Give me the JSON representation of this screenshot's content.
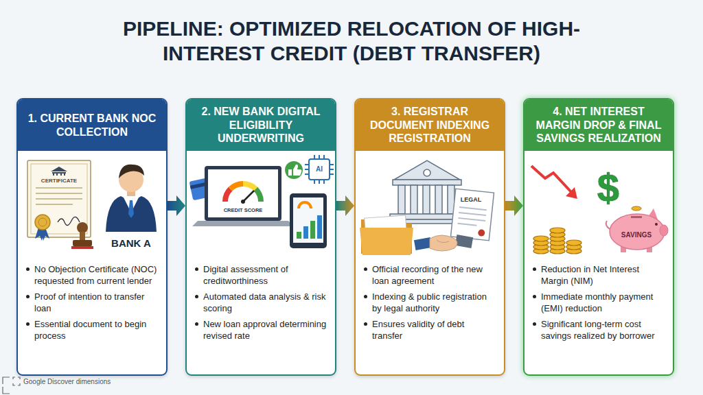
{
  "diagram": {
    "title": "PIPELINE: OPTIMIZED RELOCATION OF HIGH-INTEREST CREDIT (DEBT TRANSFER)",
    "nodes": [
      {
        "text": [
          "1. CURRENT BANK NOC COLLECTION",
          "No Objection Certificate (NOC) requested from current lender",
          "Proof of intention to transfer loan",
          "Essential document to begin process"
        ]
      },
      {
        "text": [
          "2. NEW BANK DIGITAL ELIGIBILITY UNDERWRITING",
          "Digital assessment of creditworthiness",
          "Automated data analysis & risk scoring",
          "New loan approval determining revised rate"
        ]
      },
      {
        "text": [
          "3. REGISTRAR DOCUMENT INDEXING REGISTRATION",
          "Official recording of the new loan agreement",
          "Indexing & public registration by legal authority",
          "Ensures validity of debt transfer"
        ]
      },
      {
        "text": [
          "4. NET INTEREST MARGIN DROP & FINAL SAVINGS REALIZATION",
          "Reduction in Net Interest Margin (NIM)",
          "Immediate monthly payment (EMI) reduction",
          "Significant long-term cost savings realized by borrower"
        ]
      }
    ],
    "edges": [
      {
        "from": 0,
        "to": 1,
        "arrow": "to"
      },
      {
        "from": 1,
        "to": 2,
        "arrow": "to"
      },
      {
        "from": 2,
        "to": 3,
        "arrow": "to"
      }
    ],
    "labels": [
      "CERTIFICATE",
      "BANK A",
      "CREDIT SCORE",
      "AI",
      "LEGAL",
      "$",
      "SAVINGS",
      "Google Discover dimensions"
    ]
  }
}
